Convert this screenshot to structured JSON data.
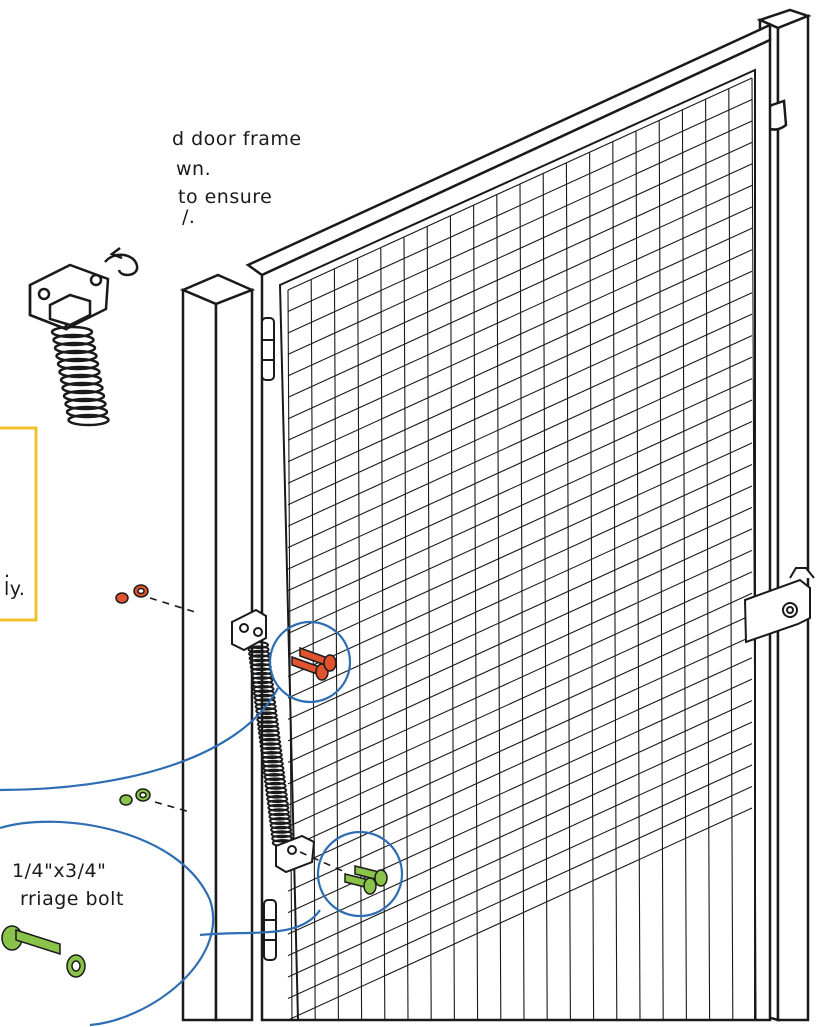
{
  "instructions": {
    "line1": "d door frame",
    "line2": "wn.",
    "line3": "to ensure",
    "line4": "/."
  },
  "note_box": {
    "line1": ".",
    "line2": "ly.",
    "border_color": "#f2c12e"
  },
  "callouts": {
    "bottom_label_line1": "1/4\"x3/4\"",
    "bottom_label_line2": "rriage bolt"
  },
  "colors": {
    "ink": "#1a1a1a",
    "callout_circle": "#2f6db3",
    "bolt_red": "#e0532e",
    "bolt_green": "#8bc34a",
    "highlight_box": "#f2c12e"
  }
}
